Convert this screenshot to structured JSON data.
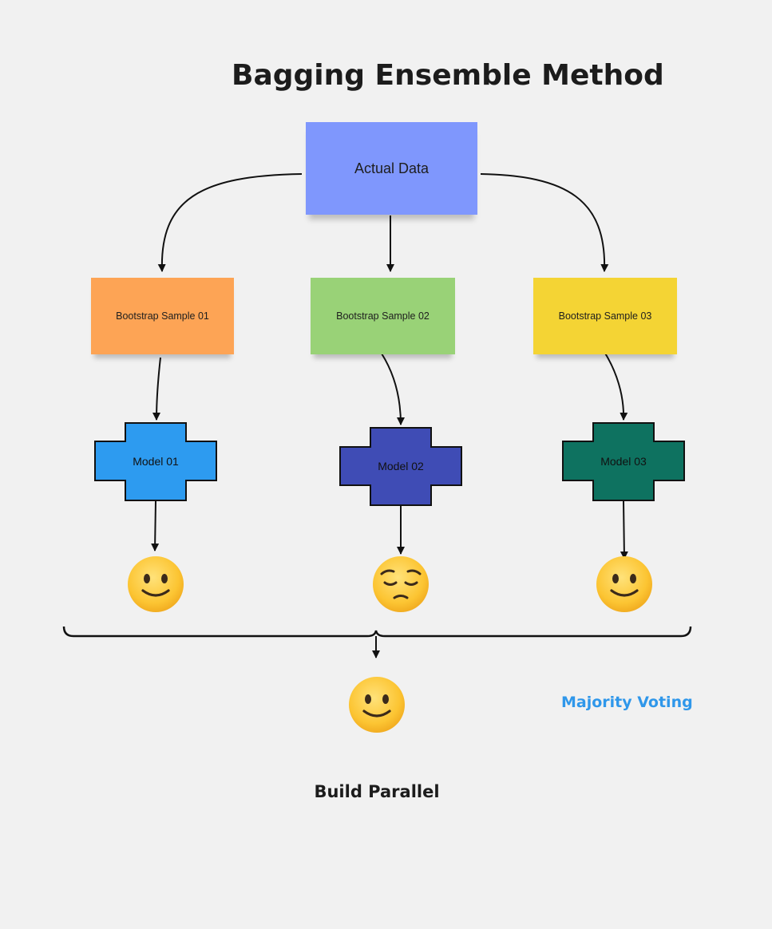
{
  "title": "Bagging Ensemble Method",
  "root_node": {
    "label": "Actual Data",
    "color": "#7f97fd"
  },
  "samples": [
    {
      "label": "Bootstrap Sample 01",
      "color": "#fda455"
    },
    {
      "label": "Bootstrap Sample 02",
      "color": "#99d277"
    },
    {
      "label": "Bootstrap Sample 03",
      "color": "#f4d434"
    }
  ],
  "models": [
    {
      "label": "Model 01",
      "color": "#2d9bf0"
    },
    {
      "label": "Model 02",
      "color": "#3f4cb5"
    },
    {
      "label": "Model 03",
      "color": "#0e7260"
    }
  ],
  "outcomes": [
    {
      "icon": "slightly-smiling-face-icon"
    },
    {
      "icon": "pensive-face-icon"
    },
    {
      "icon": "slightly-smiling-face-icon"
    }
  ],
  "final_outcome": {
    "icon": "slightly-smiling-face-icon"
  },
  "aggregation_label": "Majority Voting",
  "footer_label": "Build Parallel",
  "colors": {
    "background": "#f1f1f1",
    "voting": "#2f97ea",
    "emoji": "#fcc533"
  }
}
